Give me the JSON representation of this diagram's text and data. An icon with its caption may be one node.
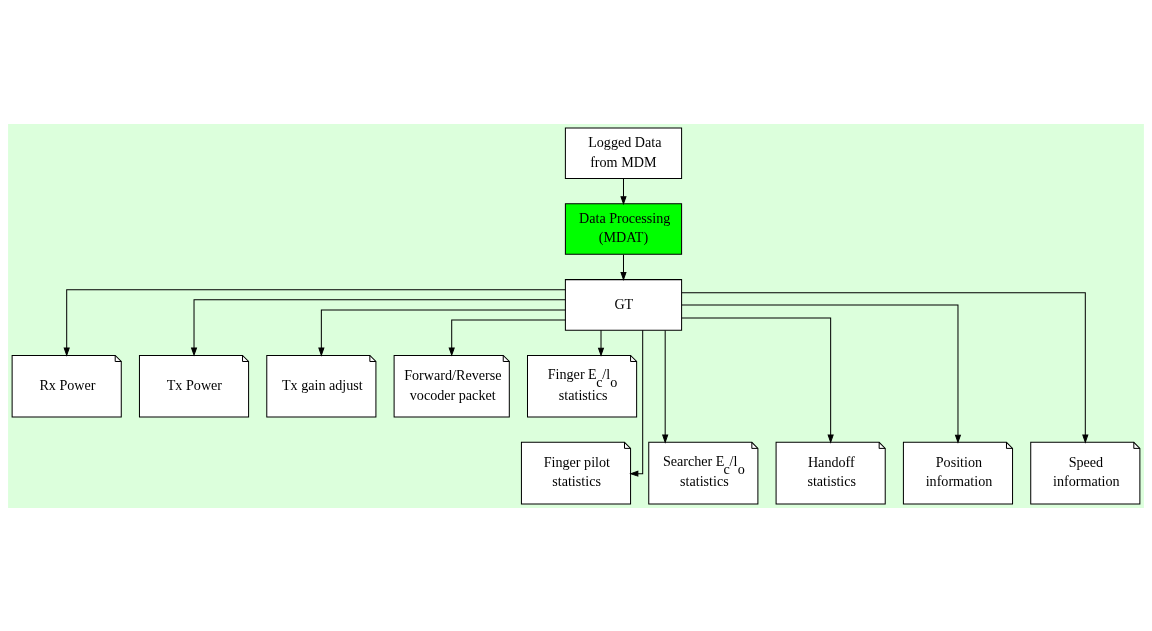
{
  "diagram": {
    "nodes": [
      {
        "text": [
          "Logged Data from MDM"
        ]
      },
      {
        "text": [
          "Data Processing (MDAT)"
        ]
      },
      {
        "text": [
          "GT"
        ]
      },
      {
        "text": [
          "Rx Power"
        ]
      },
      {
        "text": [
          "Tx Power"
        ]
      },
      {
        "text": [
          "Tx gain adjust"
        ]
      },
      {
        "text": [
          "Forward/Reverse vocoder packet"
        ]
      },
      {
        "text": [
          "Finger E$_{c}$/l$_{o}$ statistics"
        ]
      },
      {
        "text": [
          "Finger pilot statistics"
        ]
      },
      {
        "text": [
          "Searcher E$_{c}$/l$_{o}$ statistics"
        ]
      },
      {
        "text": [
          "Handoff statistics"
        ]
      },
      {
        "text": [
          "Position information"
        ]
      },
      {
        "text": [
          "Speed information"
        ]
      }
    ],
    "edges": [
      {
        "from": 0,
        "to": 1,
        "arrow": "to"
      },
      {
        "from": 1,
        "to": 2,
        "arrow": "to"
      },
      {
        "from": 2,
        "to": 3,
        "arrow": "to"
      },
      {
        "from": 2,
        "to": 4,
        "arrow": "to"
      },
      {
        "from": 2,
        "to": 5,
        "arrow": "to"
      },
      {
        "from": 2,
        "to": 6,
        "arrow": "to"
      },
      {
        "from": 2,
        "to": 7,
        "arrow": "to"
      },
      {
        "from": 2,
        "to": 8,
        "arrow": "to"
      },
      {
        "from": 2,
        "to": 9,
        "arrow": "to"
      },
      {
        "from": 2,
        "to": 10,
        "arrow": "to"
      },
      {
        "from": 2,
        "to": 11,
        "arrow": "to"
      },
      {
        "from": 2,
        "to": 12,
        "arrow": "to"
      }
    ]
  }
}
